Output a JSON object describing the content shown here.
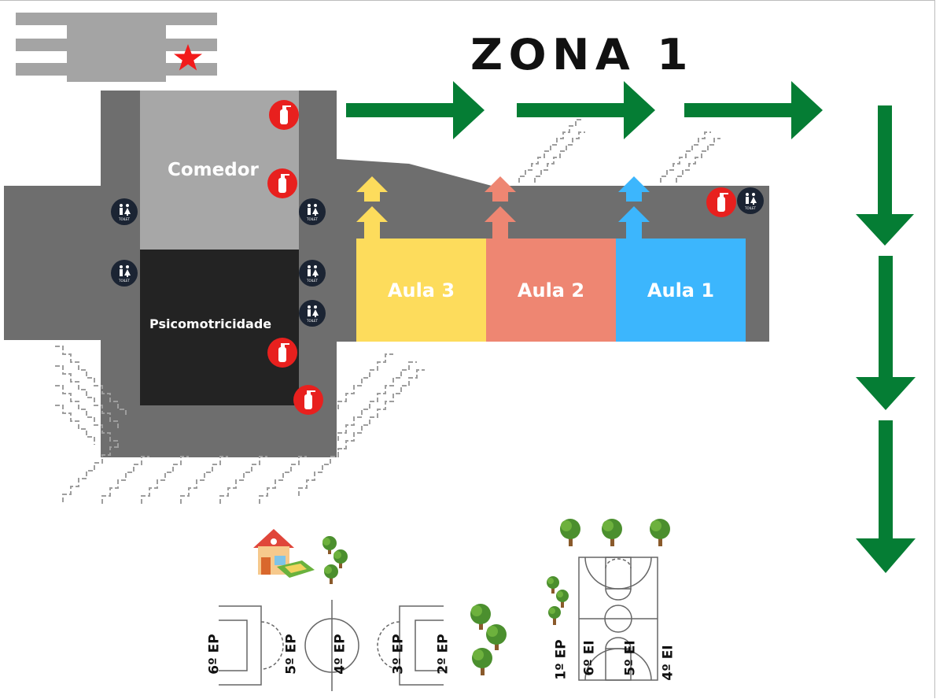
{
  "map": {
    "title": "ZONA 1",
    "rooms": {
      "comedor": "Comedor",
      "psicomotricidade": "Psicomotricidade",
      "aula3": "Aula 3",
      "aula2": "Aula 2",
      "aula1": "Aula 1"
    },
    "fields": {
      "f6": "6º EP",
      "f5": "5º EP",
      "f4": "4º EP",
      "f3": "3º EP",
      "f2": "2º EP",
      "b1": "1º EP",
      "b6": "6º EI",
      "b5": "5º EI",
      "b4": "4º EI"
    },
    "toilet_text": "TOILET",
    "colors": {
      "aula3": "#fddc5c",
      "aula2": "#ee8672",
      "aula1": "#3cb6fd",
      "corridor": "#6e6e6e",
      "comedor": "#a7a7a7",
      "psicomotricidade": "#232323",
      "route_arrow": "#057d34",
      "extinguisher": "#e8201e",
      "toilet": "#1b2433"
    },
    "icons": [
      "star-icon",
      "extinguisher-icon",
      "toilet-icon",
      "arrow-right-icon",
      "arrow-down-icon",
      "arrow-up-icon",
      "house-icon",
      "tree-icon",
      "stairs-icon"
    ]
  }
}
